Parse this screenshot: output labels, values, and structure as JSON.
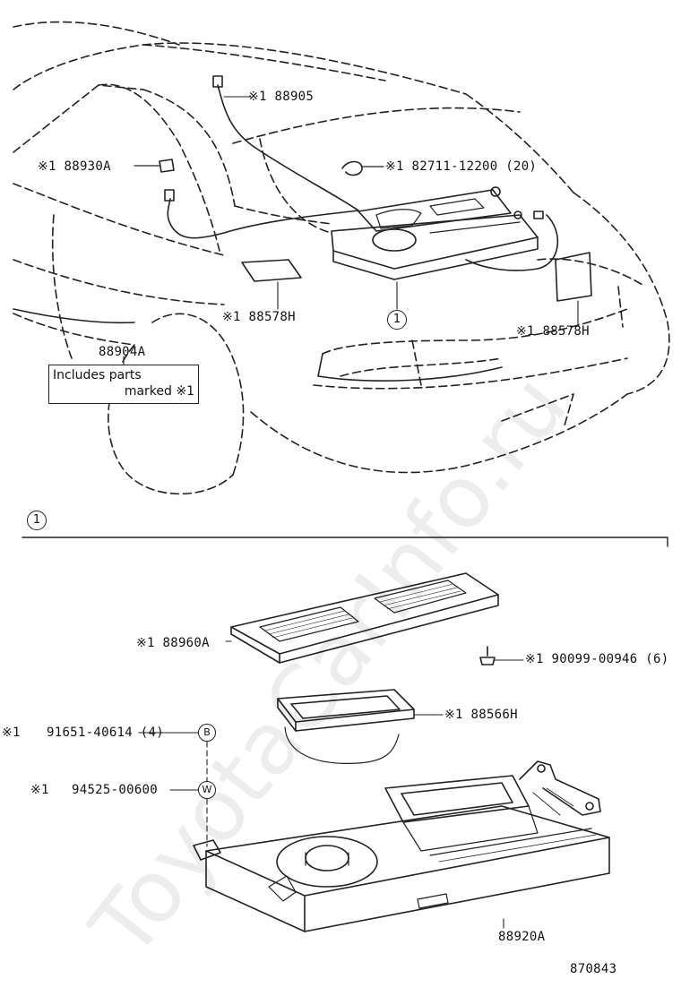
{
  "labels": {
    "wiring": "※1 88905",
    "connector": "※1 88930A",
    "clip": "※1 82711-12200 (20)",
    "pad_left": "※1 88578H",
    "pad_right": "※1 88578H",
    "assembly": "88904A",
    "note_line1": "Includes parts",
    "note_line2": "marked ※1",
    "section_ref": "1",
    "callout_ref": "1",
    "grille": "※1 88960A",
    "screw": "※1 90099-00946 (6)",
    "gasket": "※1 88566H",
    "bolt_mark": "※1",
    "bolt": "91651-40614 (4)",
    "washer_mark": "※1",
    "washer": "94525-00600",
    "speaker_box": "88920A",
    "diagram_no": "870843"
  },
  "watermark": "ToyotaCarInfo.ru"
}
